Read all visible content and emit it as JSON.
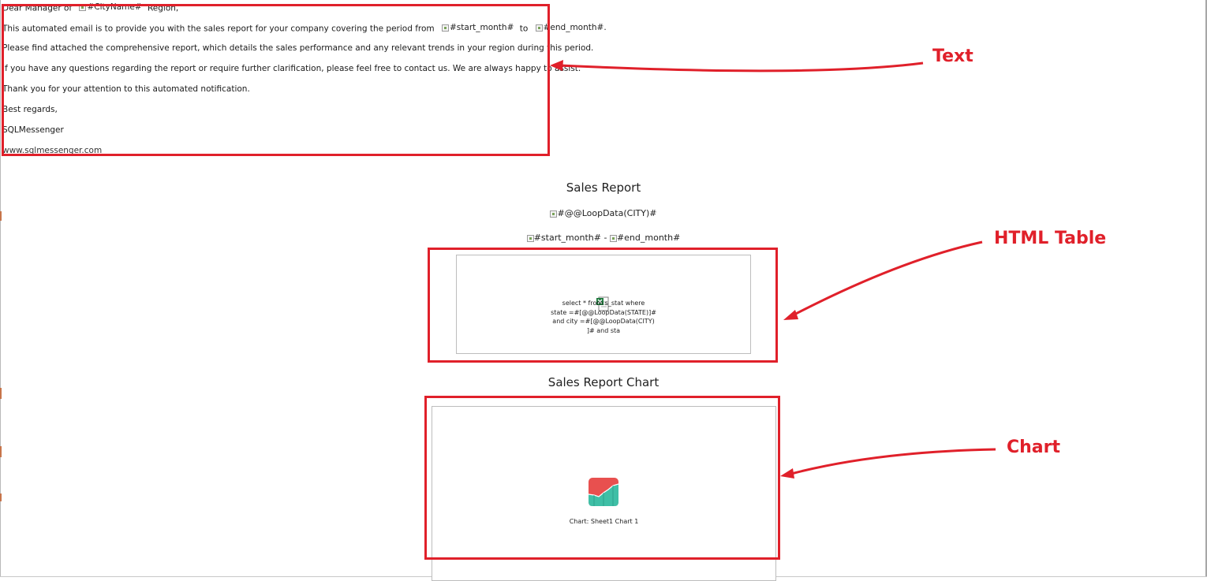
{
  "email": {
    "greeting_prefix": "Dear Manager of",
    "greeting_placeholder": "#CityName#",
    "greeting_suffix": "Region,",
    "intro_text": "This automated email is to provide you with the sales report for your company covering the period from",
    "intro_start_placeholder": "#start_month#",
    "intro_to": "to",
    "intro_end_placeholder": "#end_month#.",
    "attached_text": "Please find attached the comprehensive report, which details the sales performance and any relevant trends in your region during this period.",
    "questions_text": "If you have any questions regarding the report or require further clarification, please feel free to contact us. We are always happy to assist.",
    "thanks_text": "Thank you for your attention to this automated notification.",
    "closing": "Best regards,",
    "signature": "SQLMessenger",
    "website": "www.sqlmessenger.com"
  },
  "report": {
    "title": "Sales Report",
    "city_placeholder": "#@@LoopData(CITY)#",
    "start_placeholder": "#start_month#",
    "range_separator": "-",
    "end_placeholder": "#end_month#",
    "sql_lines": [
      "select * from s_stat where",
      "state =#[@@LoopData(STATE)]#",
      "and city =#[@@LoopData(CITY)",
      "]# and sta"
    ],
    "embedded_icon": "excel-file-icon"
  },
  "chart_section": {
    "title": "Sales Report Chart",
    "caption": "Chart: Sheet1   Chart 1",
    "embedded_icon": "chart-app-icon"
  },
  "callouts": {
    "text_label": "Text",
    "table_label": "HTML Table",
    "chart_label": "Chart",
    "color": "#e0202a"
  }
}
